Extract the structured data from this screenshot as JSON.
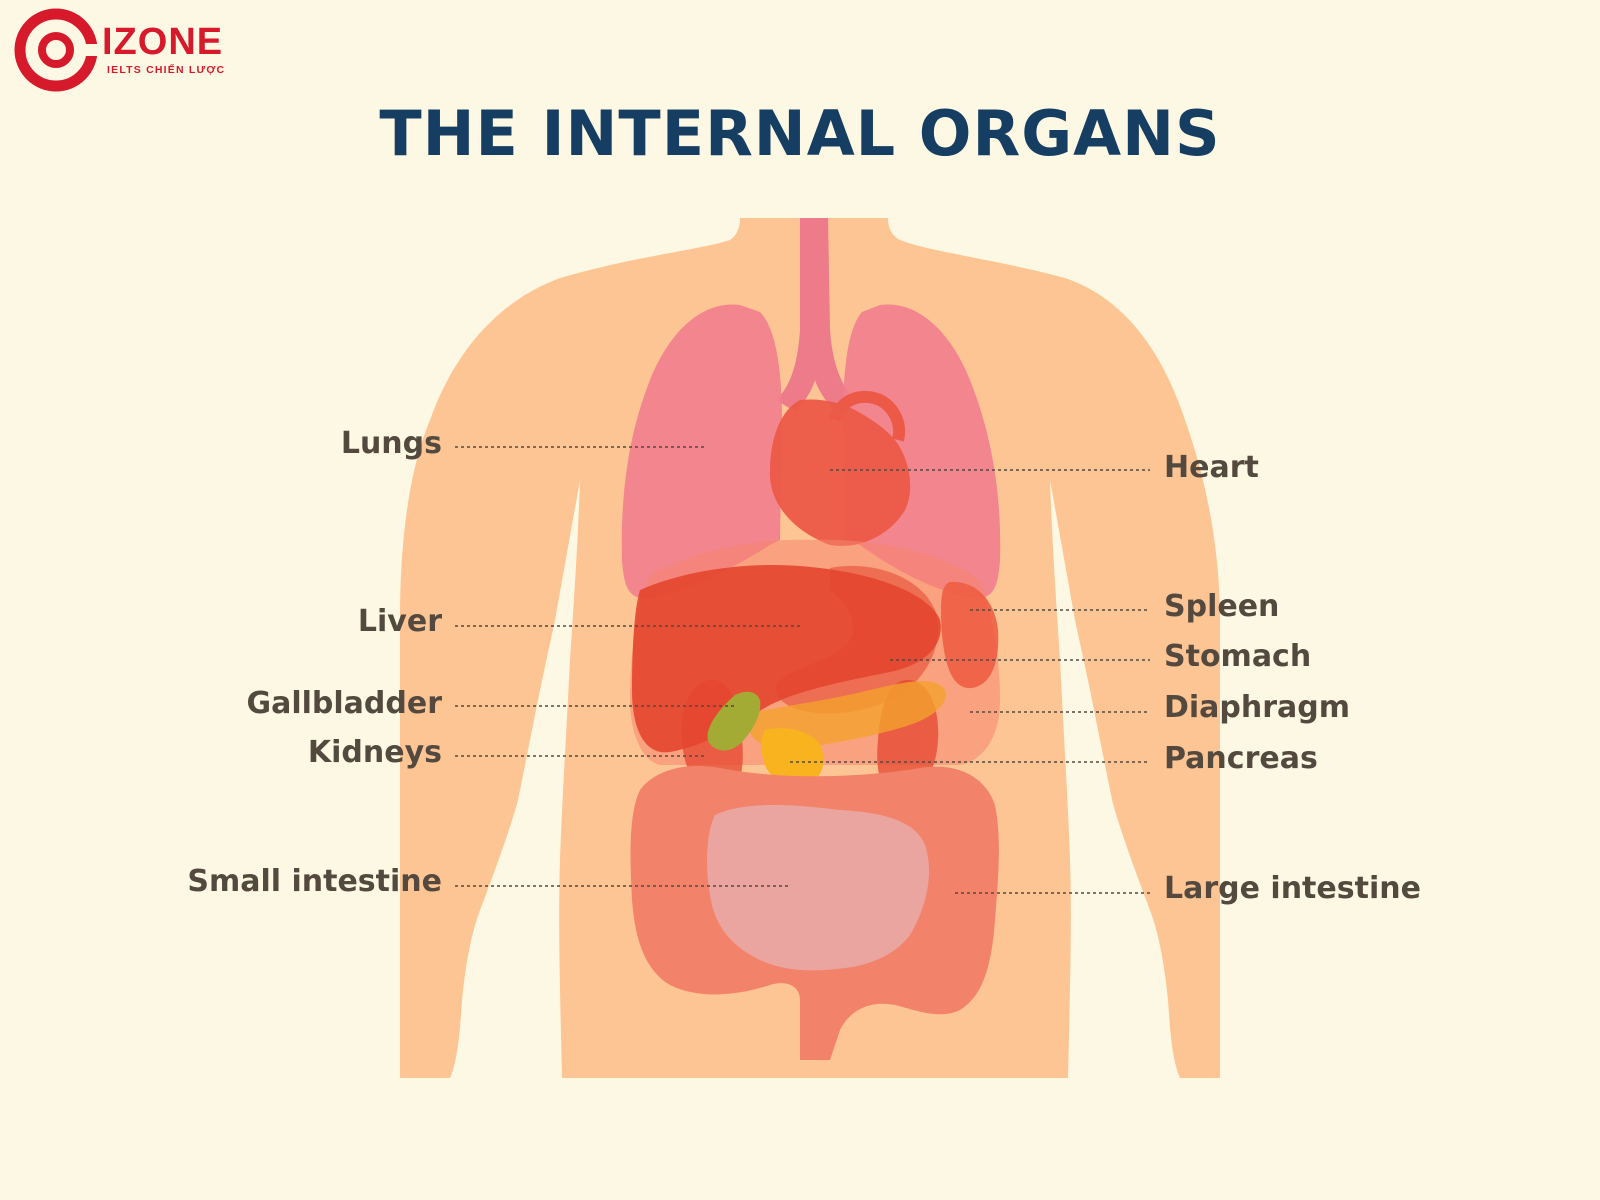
{
  "brand": {
    "name": "IZONE",
    "tagline": "IELTS CHIẾN LƯỢC",
    "color": "#d6192b"
  },
  "title": "THE INTERNAL ORGANS",
  "colors": {
    "background": "#fdf8e3",
    "body": "#fec594",
    "title": "#163e63",
    "label": "#54493f"
  },
  "labels": {
    "lungs": "Lungs",
    "heart": "Heart",
    "liver": "Liver",
    "spleen": "Spleen",
    "stomach": "Stomach",
    "gallbladder": "Gallbladder",
    "diaphragm": "Diaphragm",
    "kidneys": "Kidneys",
    "pancreas": "Pancreas",
    "small_intestine": "Small intestine",
    "large_intestine": "Large intestine"
  }
}
